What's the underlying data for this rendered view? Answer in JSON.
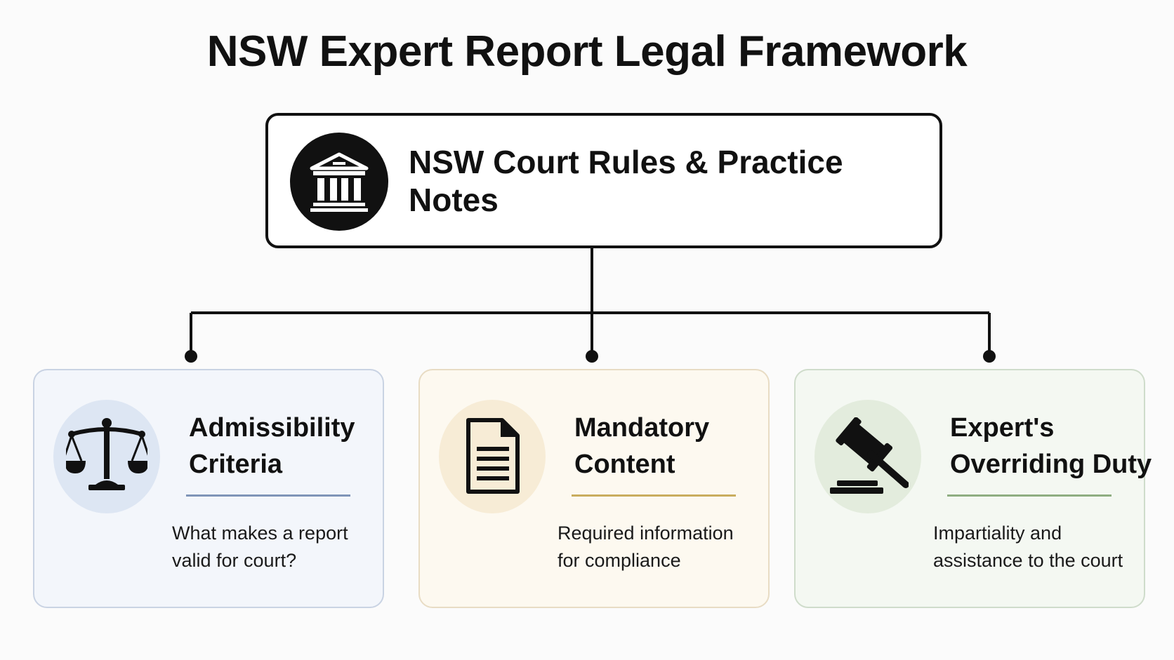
{
  "title": "NSW Expert Report Legal Framework",
  "root": {
    "label": "NSW Court Rules & Practice Notes",
    "icon": "courthouse-icon"
  },
  "children": [
    {
      "title_lines": [
        "Admissibility",
        "Criteria"
      ],
      "description_lines": [
        "What makes a report",
        "valid for court?"
      ],
      "icon": "scales-of-justice-icon",
      "accent": "#7f95b8"
    },
    {
      "title_lines": [
        "Mandatory",
        "Content"
      ],
      "description_lines": [
        "Required information",
        "for compliance"
      ],
      "icon": "document-icon",
      "accent": "#c9ad5e"
    },
    {
      "title_lines": [
        "Expert's",
        "Overriding Duty"
      ],
      "description_lines": [
        "Impartiality and",
        "assistance to the court"
      ],
      "icon": "gavel-icon",
      "accent": "#8fae82"
    }
  ],
  "colors": {
    "line": "#111111",
    "background": "#fbfbfb"
  }
}
